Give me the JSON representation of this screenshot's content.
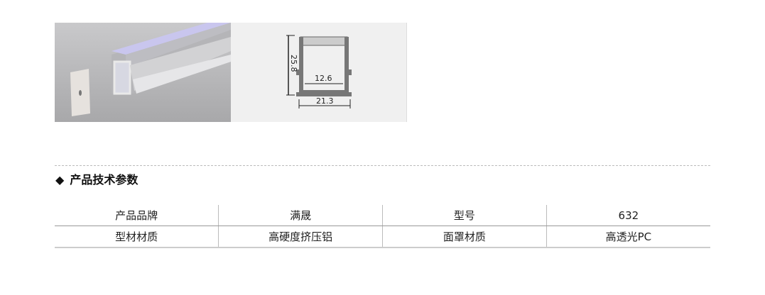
{
  "images": {
    "photo": "aluminium-profile-photo",
    "drawing": {
      "height": "25.8",
      "inner_width": "12.6",
      "width": "21.3"
    }
  },
  "section": {
    "bullet": "◆",
    "title": "产品技术参数"
  },
  "specs": [
    [
      "产品品牌",
      "满晟",
      "型号",
      "632"
    ],
    [
      "型材材质",
      "高硬度挤压铝",
      "面罩材质",
      "高透光PC"
    ]
  ]
}
